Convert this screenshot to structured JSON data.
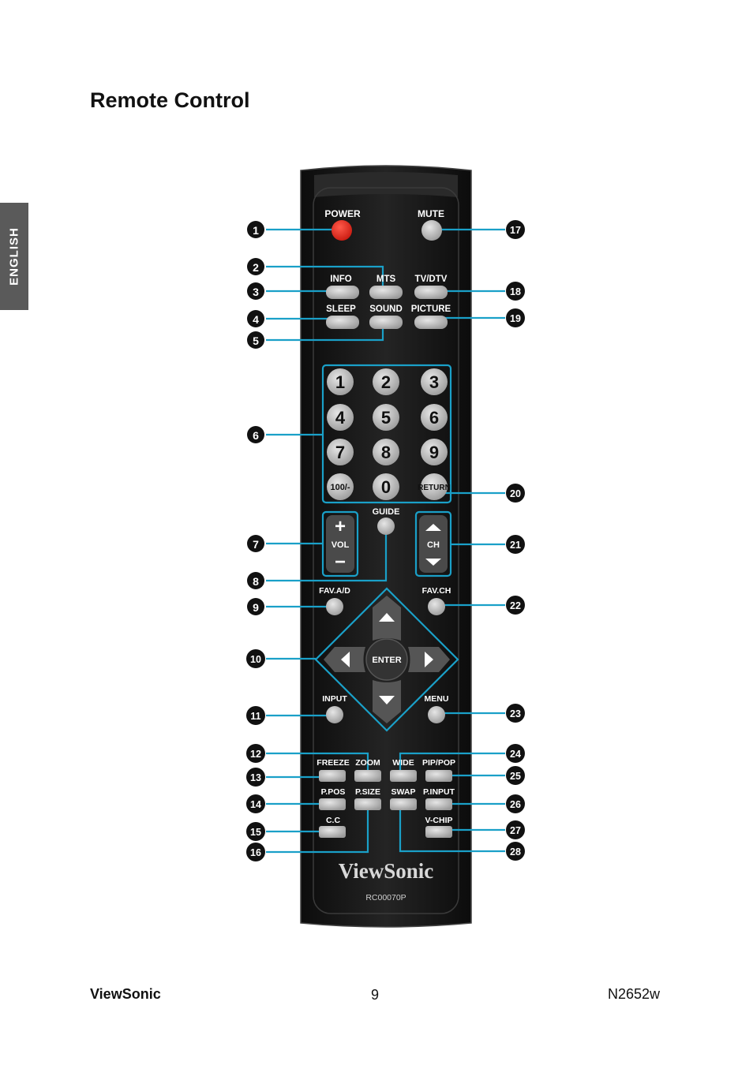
{
  "page": {
    "title": "Remote Control",
    "language_tab": "ENGLISH",
    "footer": {
      "brand": "ViewSonic",
      "page_number": "9",
      "model": "N2652w"
    }
  },
  "remote": {
    "brand_logo": "ViewSonic",
    "model_code": "RC00070P",
    "labels": {
      "power": "POWER",
      "mute": "MUTE",
      "info": "INFO",
      "mts": "MTS",
      "tvdtv": "TV/DTV",
      "sleep": "SLEEP",
      "sound": "SOUND",
      "picture": "PICTURE",
      "guide": "GUIDE",
      "vol": "VOL",
      "ch": "CH",
      "fav_ad": "FAV.A/D",
      "fav_ch": "FAV.CH",
      "enter": "ENTER",
      "input": "INPUT",
      "menu": "MENU",
      "freeze": "FREEZE",
      "zoom": "ZOOM",
      "wide": "WIDE",
      "pippop": "PIP/POP",
      "ppos": "P.POS",
      "psize": "P.SIZE",
      "swap": "SWAP",
      "pinput": "P.INPUT",
      "cc": "C.C",
      "vchip": "V-CHIP"
    },
    "digits": {
      "d1": "1",
      "d2": "2",
      "d3": "3",
      "d4": "4",
      "d5": "5",
      "d6": "6",
      "d7": "7",
      "d8": "8",
      "d9": "9",
      "d100": "100/-",
      "d0": "0",
      "return": "RETURN"
    },
    "vol_plus": "+",
    "vol_minus": "−"
  },
  "callouts": {
    "c1": "1",
    "c2": "2",
    "c3": "3",
    "c4": "4",
    "c5": "5",
    "c6": "6",
    "c7": "7",
    "c8": "8",
    "c9": "9",
    "c10": "10",
    "c11": "11",
    "c12": "12",
    "c13": "13",
    "c14": "14",
    "c15": "15",
    "c16": "16",
    "c17": "17",
    "c18": "18",
    "c19": "19",
    "c20": "20",
    "c21": "21",
    "c22": "22",
    "c23": "23",
    "c24": "24",
    "c25": "25",
    "c26": "26",
    "c27": "27",
    "c28": "28"
  },
  "colors": {
    "callout_line": "#1aa0c8",
    "power_button": "#e8281e",
    "remote_body": "#161616",
    "button_gray": "#c9c9c9"
  }
}
